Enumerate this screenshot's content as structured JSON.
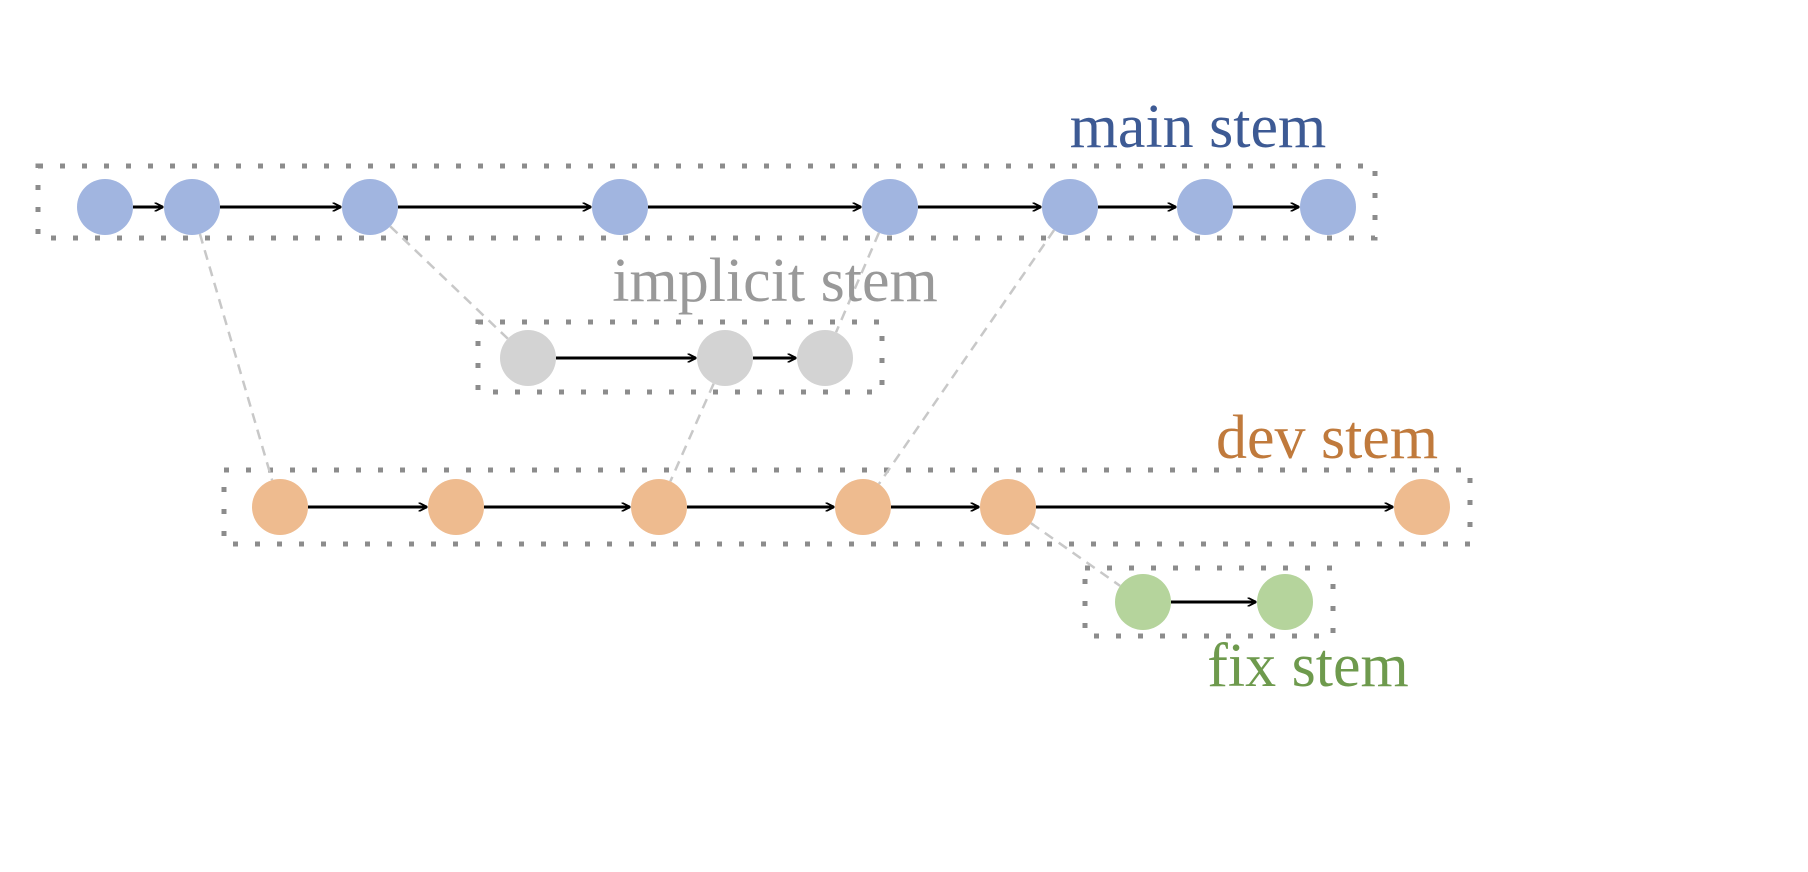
{
  "stems": [
    {
      "id": "main",
      "label": "main stem",
      "node_color": "#a1b5e0",
      "label_color": "#3d5a94",
      "node_count": 8
    },
    {
      "id": "implicit",
      "label": "implicit stem",
      "node_color": "#d3d3d3",
      "label_color": "#999999",
      "node_count": 3
    },
    {
      "id": "dev",
      "label": "dev stem",
      "node_color": "#eebb8f",
      "label_color": "#c07a3c",
      "node_count": 6
    },
    {
      "id": "fix",
      "label": "fix stem",
      "node_color": "#b5d49c",
      "label_color": "#6e9a4d",
      "node_count": 2
    }
  ],
  "colors": {
    "arrow": "#000000",
    "dashed_link": "#c8c8c8",
    "dotted_border": "#8c8c8c"
  }
}
